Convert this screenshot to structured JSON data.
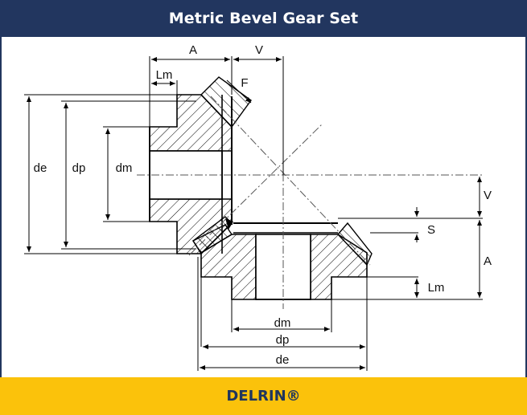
{
  "header": {
    "title": "Metric Bevel Gear Set"
  },
  "footer": {
    "material": "DELRIN®"
  },
  "colors": {
    "header_bg": "#22365f",
    "footer_bg": "#fbc20b",
    "line": "#000000"
  },
  "dimension_labels": {
    "A_top": "A",
    "V_top": "V",
    "Lm_left": "Lm",
    "F": "F",
    "de_left": "de",
    "dp_left": "dp",
    "dm_left": "dm",
    "V_right": "V",
    "S": "S",
    "A_right": "A",
    "Lm_right": "Lm",
    "dm_bottom": "dm",
    "dp_bottom": "dp",
    "de_bottom": "de"
  }
}
